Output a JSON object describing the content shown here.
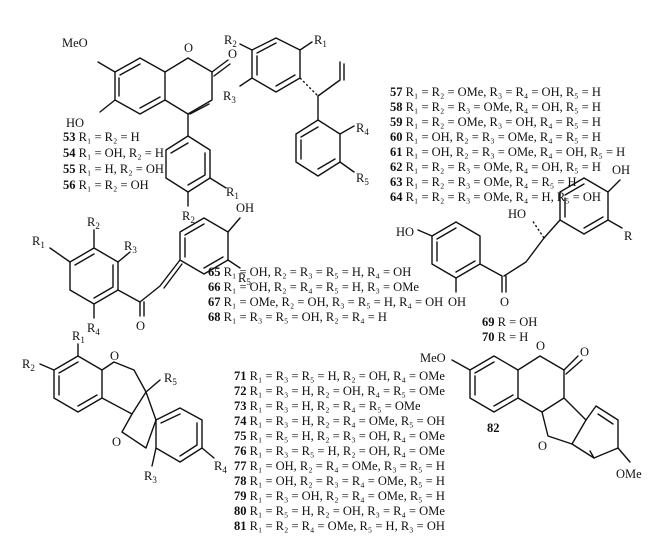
{
  "structure_labels": {
    "s53": {
      "meo": "MeO",
      "o": "O",
      "oxo": "O",
      "ho": "HO"
    },
    "s57": {
      "r1": "R1",
      "r2": "R2",
      "r3": "R3",
      "r4": "R4",
      "r5": "R5"
    },
    "s65": {
      "oh": "OH",
      "r1": "R1",
      "r2": "R2",
      "r3": "R3",
      "r4": "R4",
      "r5": "R5",
      "o": "O"
    },
    "s69": {
      "ho_left": "HO",
      "oh_bottom": "OH",
      "ho_mid": "HO",
      "oh_top": "OH",
      "r": "R",
      "o": "O"
    },
    "s71": {
      "r1": "R1",
      "r2": "R2",
      "o_ring": "O",
      "r5": "R5",
      "o_furan": "O",
      "r3": "R3",
      "r4": "R4"
    },
    "s82": {
      "meo": "MeO",
      "o": "O",
      "oxo": "O",
      "o_furan": "O",
      "ome": "OMe",
      "num": "82"
    }
  },
  "compounds": [
    {
      "num": "53",
      "def": "R₁ = R₂ = H"
    },
    {
      "num": "54",
      "def": "R₁ = OH, R₂ = H"
    },
    {
      "num": "55",
      "def": "R₁ = H, R₂ = OH"
    },
    {
      "num": "56",
      "def": "R₁ = R₂ = OH"
    },
    {
      "num": "57",
      "def": "R₁ = R₂ = OMe, R₃ = R₄ = OH, R₅ = H"
    },
    {
      "num": "58",
      "def": "R₁ = R₂ = R₃ = OMe, R₄ = OH, R₅ = H"
    },
    {
      "num": "59",
      "def": "R₁ = R₂ = OMe, R₃ = OH, R₄ = R₅ = H"
    },
    {
      "num": "60",
      "def": "R₁ = OH, R₂ = R₃ = OMe, R₄ = R₅ = H"
    },
    {
      "num": "61",
      "def": "R₁ = OH, R₂ = R₃ = OMe, R₄ = OH, R₅ = H"
    },
    {
      "num": "62",
      "def": "R₁ = R₂ = R₃ = OMe, R₄ = OH, R₅ = H"
    },
    {
      "num": "63",
      "def": "R₁ = R₂ = R₃ = OMe, R₄ = R₅ = H"
    },
    {
      "num": "64",
      "def": "R₁ = R₂ = R₃ = OMe, R₄ = H, R₅ = OH"
    },
    {
      "num": "65",
      "def": "R₁ = OH, R₂ = R₃ = R₅ = H, R₄ = OH"
    },
    {
      "num": "66",
      "def": "R₁ = OH, R₂ = R₄ = R₅ = H, R₃ = OMe"
    },
    {
      "num": "67",
      "def": "R₁ = OMe, R₂ = OH, R₃ = R₅ = H, R₄ = OH"
    },
    {
      "num": "68",
      "def": "R₁ = R₃ = R₅ = OH, R₂ = R₄ = H"
    },
    {
      "num": "69",
      "def": "R = OH"
    },
    {
      "num": "70",
      "def": "R = H"
    },
    {
      "num": "71",
      "def": "R₁ = R₃ = R₅ = H, R₂ = OH, R₄ = OMe"
    },
    {
      "num": "72",
      "def": "R₁ = R₃ = H, R₂ = OH, R₄ = R₅ = OMe"
    },
    {
      "num": "73",
      "def": "R₁ = R₃ = H, R₂ = R₄ = R₅ = OMe"
    },
    {
      "num": "74",
      "def": "R₁ = R₃ = H, R₂ = R₄ = OMe, R₅ = OH"
    },
    {
      "num": "75",
      "def": "R₁ = R₅ = H, R₂ = R₃ = OH, R₄ = OMe"
    },
    {
      "num": "76",
      "def": "R₁ = R₃ = R₅ = H, R₂ = OH, R₄ = OMe"
    },
    {
      "num": "77",
      "def": "R₁ = OH, R₂ = R₄ = OMe, R₃ = R₅ = H"
    },
    {
      "num": "78",
      "def": "R₁ = OH, R₂ = R₃ = R₄ = OMe, R₅ = H"
    },
    {
      "num": "79",
      "def": "R₁ = R₃ = OH, R₂ = R₄ = OMe, R₅ = H"
    },
    {
      "num": "80",
      "def": "R₁ = R₅ = H, R₂ = OH, R₃ = R₄ = OMe"
    },
    {
      "num": "81",
      "def": "R₁ = R₂ = R₄ = OMe, R₅ = H, R₃ = OH"
    }
  ]
}
